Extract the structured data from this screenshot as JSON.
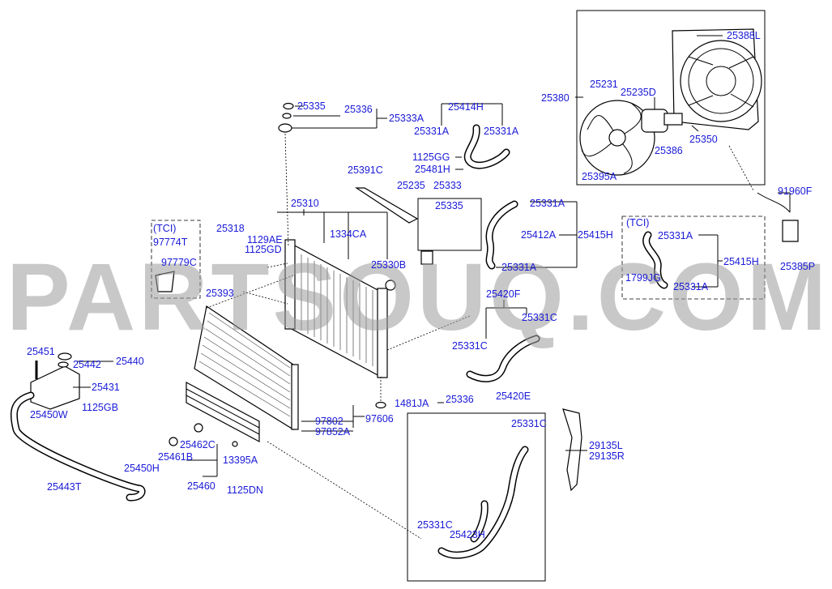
{
  "watermark": "PARTSOUQ.COM",
  "tci_box_left": {
    "title": "(TCI)",
    "labels": [
      "97774T",
      "97779C"
    ]
  },
  "tci_box_right": {
    "title": "(TCI)",
    "labels": [
      "25331A",
      "25415H",
      "1799JG",
      "25331A"
    ]
  },
  "fan_box": {
    "labels": [
      "25388L",
      "25380",
      "25231",
      "25235D",
      "25386",
      "25350",
      "25395A"
    ]
  },
  "labels": {
    "l25335a": "25335",
    "l25336a": "25336",
    "l25333A": "25333A",
    "l25414H": "25414H",
    "l25331A_1": "25331A",
    "l25331A_2": "25331A",
    "l1125GG": "1125GG",
    "l25481H": "25481H",
    "l25391C": "25391C",
    "l25235": "25235",
    "l25333": "25333",
    "l25335b": "25335",
    "l25310": "25310",
    "l25318": "25318",
    "l1129AE": "1129AE",
    "l1125GD": "1125GD",
    "l1334CA": "1334CA",
    "l25330B": "25330B",
    "l25393": "25393",
    "l25331A_3": "25331A",
    "l25412A": "25412A",
    "l25415H": "25415H",
    "l25331A_4": "25331A",
    "l25420F": "25420F",
    "l25331C_1": "25331C",
    "l25331C_2": "25331C",
    "l91960F": "91960F",
    "l25385P": "25385P",
    "l25451": "25451",
    "l25442": "25442",
    "l25440": "25440",
    "l25431": "25431",
    "l25450W": "25450W",
    "l1125GB": "1125GB",
    "l25443T": "25443T",
    "l25450H": "25450H",
    "l25462C": "25462C",
    "l25461B": "25461B",
    "l25460": "25460",
    "l13395A": "13395A",
    "l1125DN": "1125DN",
    "l97802": "97802",
    "l97606": "97606",
    "l97852A": "97852A",
    "l1481JA": "1481JA",
    "l25336b": "25336",
    "l25420E": "25420E",
    "l25331C_3": "25331C",
    "l25331C_4": "25331C",
    "l25423H": "25423H",
    "l29135L": "29135L",
    "l29135R": "29135R"
  }
}
